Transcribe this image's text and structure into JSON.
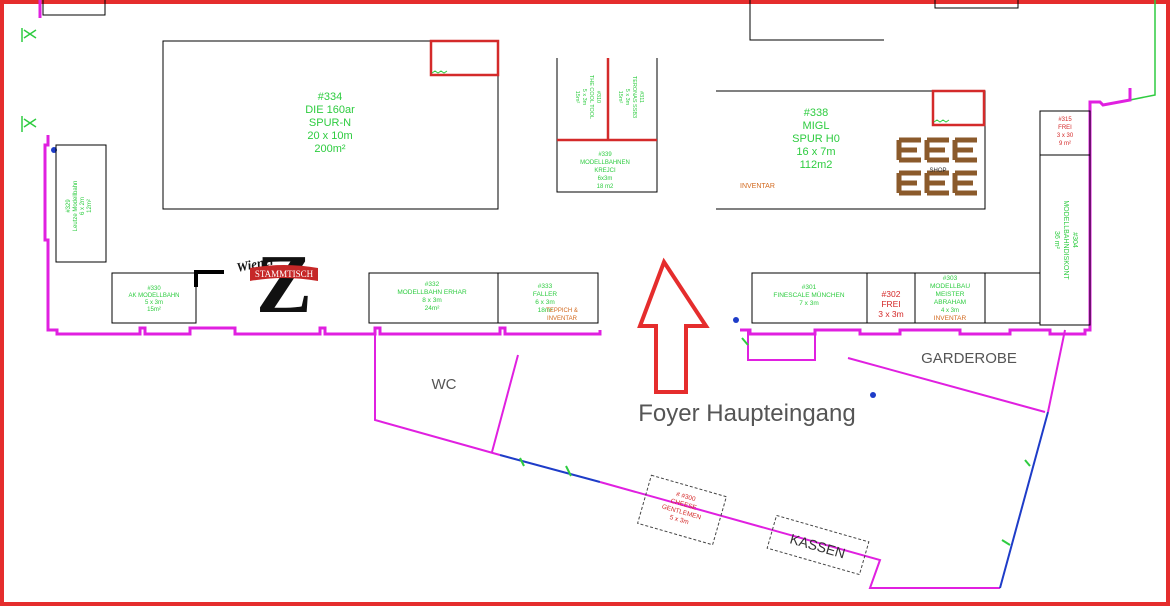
{
  "foyer": {
    "label": "Foyer Haupteingang"
  },
  "rooms": {
    "wc": "WC",
    "garderobe": "GARDEROBE",
    "kassen": "KASSEN"
  },
  "logo": {
    "top": "Wiener",
    "letter": "Z",
    "banner": "STAMMTISCH"
  },
  "booths": {
    "b334": {
      "l1": "#334",
      "l2": "DIE 160ar",
      "l3": "SPUR-N",
      "l4": "20 x 10m",
      "l5": "200m²"
    },
    "b338": {
      "l1": "#338",
      "l2": "MIGL",
      "l3": "SPUR H0",
      "l4": "16 x 7m",
      "l5": "112m2"
    },
    "b338_inventar": "INVENTAR",
    "shop": "SHOP",
    "b339": {
      "l1": "#339",
      "l2": "MODELLBAHNEN",
      "l3": "KREJCI",
      "l4": "6x3m",
      "l5": "18 m2"
    },
    "b330": {
      "l1": "#330",
      "l2": "AK MODELLBAHN",
      "l3": "5 x 3m",
      "l4": "15m²"
    },
    "b332": {
      "l1": "#332",
      "l2": "MODELLBAHN ERHAR",
      "l3": "8 x 3m",
      "l4": "24m²"
    },
    "b333": {
      "l1": "#333",
      "l2": "FALLER",
      "l3": "6 x 3m",
      "l4": "18m²",
      "l5": "TEPPICH &",
      "l6": "INVENTAR"
    },
    "b301": {
      "l1": "#301",
      "l2": "FINESCALE MÜNCHEN",
      "l3": "7 x 3m"
    },
    "b302": {
      "l1": "#302",
      "l2": "FREI",
      "l3": "3 x 3m"
    },
    "b303": {
      "l1": "#303",
      "l2": "MODELLBAU",
      "l3": "MEISTER",
      "l4": "ABRAHAM",
      "l5": "4 x 3m",
      "l6": "INVENTAR"
    },
    "b304": {
      "l1": "#304",
      "l2": "MODELLBAHNDISKONT",
      "l3": "36 m²"
    },
    "b315": {
      "l1": "#315",
      "l2": "FREI",
      "l3": "3 x 30",
      "l4": "9 m²"
    },
    "b329": {
      "l1": "#329",
      "l2": "Leutze Modellbahn",
      "l3": "6 x 2m",
      "l4": "12m²"
    },
    "b300": {
      "l1": "# #300",
      "l2": "CHEESE",
      "l3": "GENTLEMEN",
      "l4": "5 x 3m"
    },
    "v_left": {
      "l1": "#310",
      "l2": "THE COOL TOOL",
      "l3": "5 x 3m",
      "l4": "15m²"
    },
    "v_right": {
      "l1": "#311",
      "l2": "TERONAS SSB3",
      "l3": "5 x 3m",
      "l4": "15m²"
    }
  }
}
